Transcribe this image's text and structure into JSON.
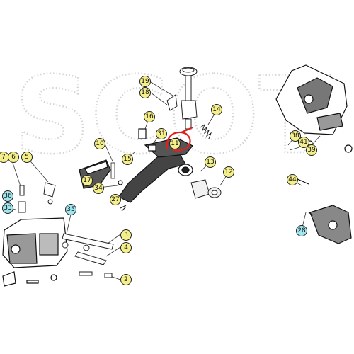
{
  "watermark": "SCOT",
  "colors": {
    "callout_fill": "#f4ef8a",
    "callout_alt_fill": "#9fe6ee",
    "line": "#222222",
    "highlight": "#e02020",
    "watermark": "#d9d9d9"
  },
  "callouts": [
    {
      "id": "19",
      "label": "19",
      "style": "yellow"
    },
    {
      "id": "18",
      "label": "18",
      "style": "yellow"
    },
    {
      "id": "14",
      "label": "14",
      "style": "yellow"
    },
    {
      "id": "16",
      "label": "16",
      "style": "yellow"
    },
    {
      "id": "31",
      "label": "31",
      "style": "yellow"
    },
    {
      "id": "11",
      "label": "11",
      "style": "yellow",
      "highlighted": true
    },
    {
      "id": "10",
      "label": "10",
      "style": "yellow"
    },
    {
      "id": "15",
      "label": "15",
      "style": "yellow"
    },
    {
      "id": "13",
      "label": "13",
      "style": "yellow"
    },
    {
      "id": "12",
      "label": "12",
      "style": "yellow"
    },
    {
      "id": "7",
      "label": "7",
      "style": "yellow"
    },
    {
      "id": "6",
      "label": "6",
      "style": "yellow"
    },
    {
      "id": "5",
      "label": "5",
      "style": "yellow"
    },
    {
      "id": "17",
      "label": "17",
      "style": "yellow"
    },
    {
      "id": "34",
      "label": "34",
      "style": "yellow"
    },
    {
      "id": "27",
      "label": "27",
      "style": "yellow"
    },
    {
      "id": "36",
      "label": "36",
      "style": "cyan"
    },
    {
      "id": "33",
      "label": "33",
      "style": "cyan"
    },
    {
      "id": "35",
      "label": "35",
      "style": "cyan"
    },
    {
      "id": "3",
      "label": "3",
      "style": "yellow"
    },
    {
      "id": "4",
      "label": "4",
      "style": "yellow"
    },
    {
      "id": "2",
      "label": "2",
      "style": "yellow"
    },
    {
      "id": "38",
      "label": "38",
      "style": "yellow"
    },
    {
      "id": "41",
      "label": "41",
      "style": "yellow"
    },
    {
      "id": "39",
      "label": "39",
      "style": "yellow"
    },
    {
      "id": "44",
      "label": "44",
      "style": "yellow"
    },
    {
      "id": "28",
      "label": "28",
      "style": "cyan"
    }
  ]
}
